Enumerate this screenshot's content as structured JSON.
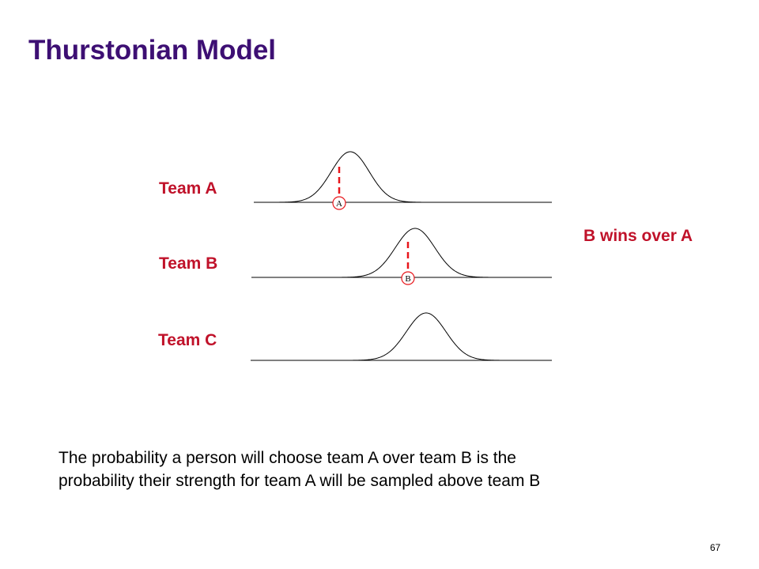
{
  "slide": {
    "title": "Thurstonian Model",
    "page_number": "67"
  },
  "teams": [
    {
      "label": "Team A",
      "marker": "A"
    },
    {
      "label": "Team B",
      "marker": "B"
    },
    {
      "label": "Team C",
      "marker": ""
    }
  ],
  "outcome": "B wins over A",
  "caption": {
    "line1": "The probability a person will choose team A over team B is the",
    "line2": "probability their strength for team A will be sampled above team B"
  },
  "colors": {
    "title": "#3d0f73",
    "labels": "#c0122a",
    "sample_marker": "#e8161b"
  }
}
